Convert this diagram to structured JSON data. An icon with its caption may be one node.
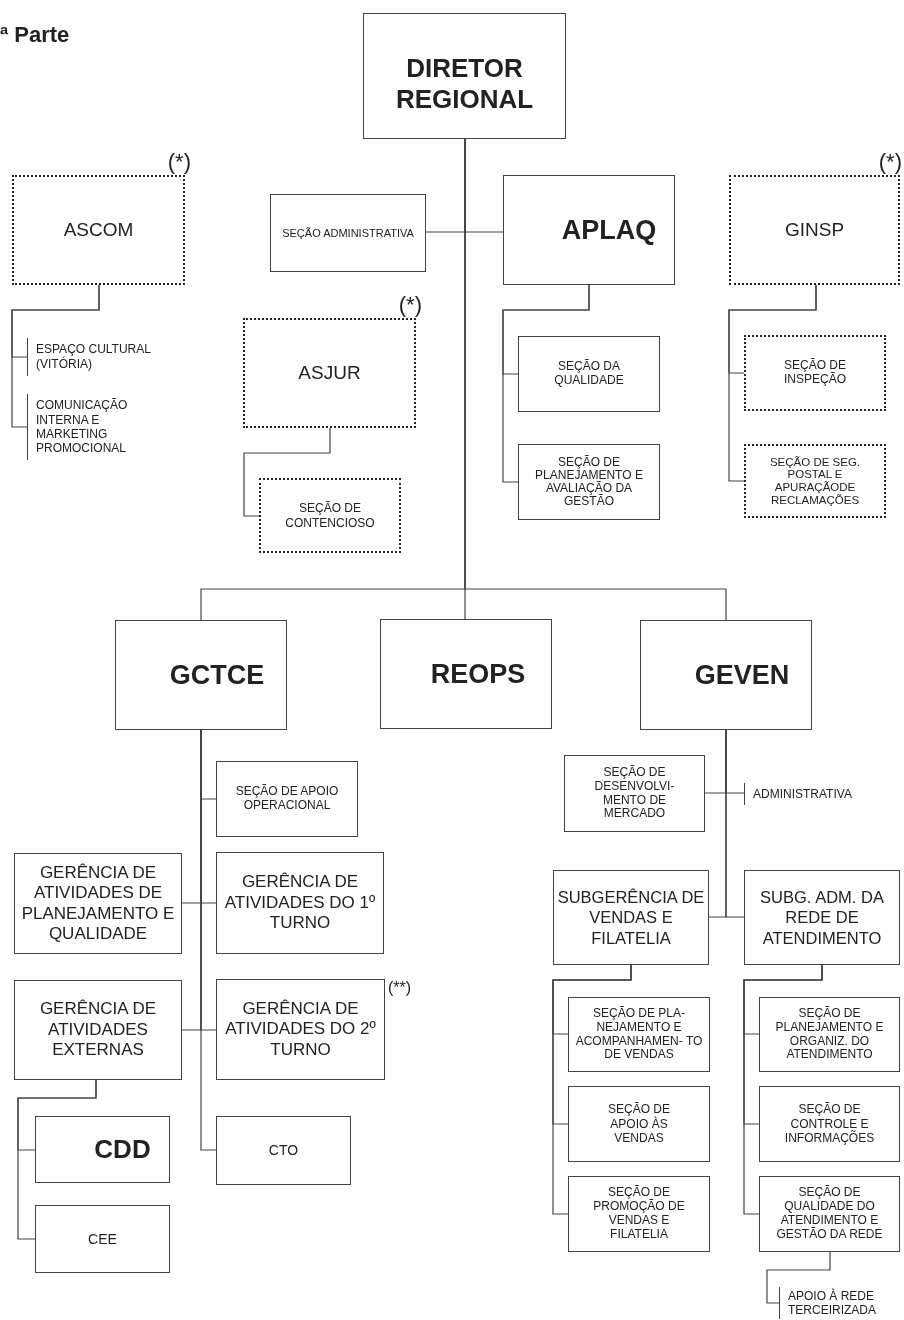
{
  "diagram": {
    "title": "ª Parte",
    "nodes": [
      {
        "text": [
          "DIRETOR REGIONAL"
        ]
      },
      {
        "text": [
          "ASCOM"
        ],
        "beside": [
          "(*)"
        ]
      },
      {
        "text": [
          "ESPAÇO CULTURAL (VITÓRIA)"
        ]
      },
      {
        "text": [
          "COMUNICAÇÃO INTERNA E MARKETING PROMOCIONAL"
        ]
      },
      {
        "text": [
          "SEÇÃO ADMINISTRATIVA"
        ]
      },
      {
        "text": [
          "APLAQ"
        ]
      },
      {
        "text": [
          "GINSP"
        ],
        "beside": [
          "(*)"
        ]
      },
      {
        "text": [
          "ASJUR"
        ],
        "beside": [
          "(*)"
        ]
      },
      {
        "text": [
          "SEÇÃO DE CONTENCIOSO"
        ]
      },
      {
        "text": [
          "SEÇÃO DA QUALIDADE"
        ]
      },
      {
        "text": [
          "SEÇÃO DE PLANEJAMENTO E AVALIAÇÃO DA GESTÃO"
        ]
      },
      {
        "text": [
          "SEÇÃO DE INSPEÇÃO"
        ]
      },
      {
        "text": [
          "SEÇÃO DE SEG. POSTAL E APURAÇÃODE RECLAMAÇÕES"
        ]
      },
      {
        "text": [
          "GCTCE"
        ]
      },
      {
        "text": [
          "REOPS"
        ]
      },
      {
        "text": [
          "GEVEN"
        ]
      },
      {
        "text": [
          "SEÇÃO DE APOIO OPERACIONAL"
        ]
      },
      {
        "text": [
          "GERÊNCIA DE ATIVIDADES DE PLANEJAMENTO E QUALIDADE"
        ]
      },
      {
        "text": [
          "GERÊNCIA DE ATIVIDADES DO 1º TURNO"
        ]
      },
      {
        "text": [
          "GERÊNCIA DE ATIVIDADES EXTERNAS"
        ]
      },
      {
        "text": [
          "GERÊNCIA DE ATIVIDADES DO 2º TURNO"
        ],
        "beside": [
          "(**)"
        ]
      },
      {
        "text": [
          "CDD"
        ]
      },
      {
        "text": [
          "CEE"
        ]
      },
      {
        "text": [
          "CTO"
        ]
      },
      {
        "text": [
          "SEÇÃO DE DESENVOLVI- MENTO DE MERCADO"
        ]
      },
      {
        "text": [
          "ADMINISTRATIVA"
        ]
      },
      {
        "text": [
          "SUBGERÊNCIA DE VENDAS E FILATELIA"
        ]
      },
      {
        "text": [
          "SUBG. ADM. DA REDE DE ATENDIMENTO"
        ]
      },
      {
        "text": [
          "SEÇÃO DE PLA- NEJAMENTO E ACOMPANHAMEN- TO DE VENDAS"
        ]
      },
      {
        "text": [
          "SEÇÃO DE APOIO ÀS VENDAS"
        ]
      },
      {
        "text": [
          "SEÇÃO DE PROMOÇÃO DE VENDAS E FILATELIA"
        ]
      },
      {
        "text": [
          "SEÇÃO DE PLANEJAMENTO E ORGANIZ. DO ATENDIMENTO"
        ]
      },
      {
        "text": [
          "SEÇÃO DE CONTROLE E INFORMAÇÕES"
        ]
      },
      {
        "text": [
          "SEÇÃO DE QUALIDADE DO ATENDIMENTO E GESTÃO DA REDE"
        ]
      },
      {
        "text": [
          "APOIO À REDE TERCEIRIZADA"
        ]
      }
    ],
    "edges": [
      {
        "from": 0,
        "to": 4,
        "arrow": "none"
      },
      {
        "from": 0,
        "to": 5,
        "arrow": "none"
      },
      {
        "from": 0,
        "to": 13,
        "arrow": "none"
      },
      {
        "from": 0,
        "to": 14,
        "arrow": "none"
      },
      {
        "from": 0,
        "to": 15,
        "arrow": "none"
      },
      {
        "from": 1,
        "to": 2,
        "arrow": "none"
      },
      {
        "from": 1,
        "to": 3,
        "arrow": "none"
      },
      {
        "from": 7,
        "to": 8,
        "arrow": "none"
      },
      {
        "from": 5,
        "to": 9,
        "arrow": "none"
      },
      {
        "from": 5,
        "to": 10,
        "arrow": "none"
      },
      {
        "from": 6,
        "to": 11,
        "arrow": "none"
      },
      {
        "from": 6,
        "to": 12,
        "arrow": "none"
      },
      {
        "from": 13,
        "to": 16,
        "arrow": "none"
      },
      {
        "from": 13,
        "to": 17,
        "arrow": "none"
      },
      {
        "from": 13,
        "to": 18,
        "arrow": "none"
      },
      {
        "from": 13,
        "to": 19,
        "arrow": "none"
      },
      {
        "from": 13,
        "to": 20,
        "arrow": "none"
      },
      {
        "from": 13,
        "to": 23,
        "arrow": "none"
      },
      {
        "from": 19,
        "to": 21,
        "arrow": "none"
      },
      {
        "from": 19,
        "to": 22,
        "arrow": "none"
      },
      {
        "from": 15,
        "to": 24,
        "arrow": "none"
      },
      {
        "from": 15,
        "to": 25,
        "arrow": "none"
      },
      {
        "from": 15,
        "to": 26,
        "arrow": "none"
      },
      {
        "from": 15,
        "to": 27,
        "arrow": "none"
      },
      {
        "from": 26,
        "to": 28,
        "arrow": "none"
      },
      {
        "from": 26,
        "to": 29,
        "arrow": "none"
      },
      {
        "from": 26,
        "to": 30,
        "arrow": "none"
      },
      {
        "from": 27,
        "to": 31,
        "arrow": "none"
      },
      {
        "from": 27,
        "to": 32,
        "arrow": "none"
      },
      {
        "from": 27,
        "to": 33,
        "arrow": "none"
      },
      {
        "from": 33,
        "to": 34,
        "arrow": "none"
      }
    ]
  }
}
